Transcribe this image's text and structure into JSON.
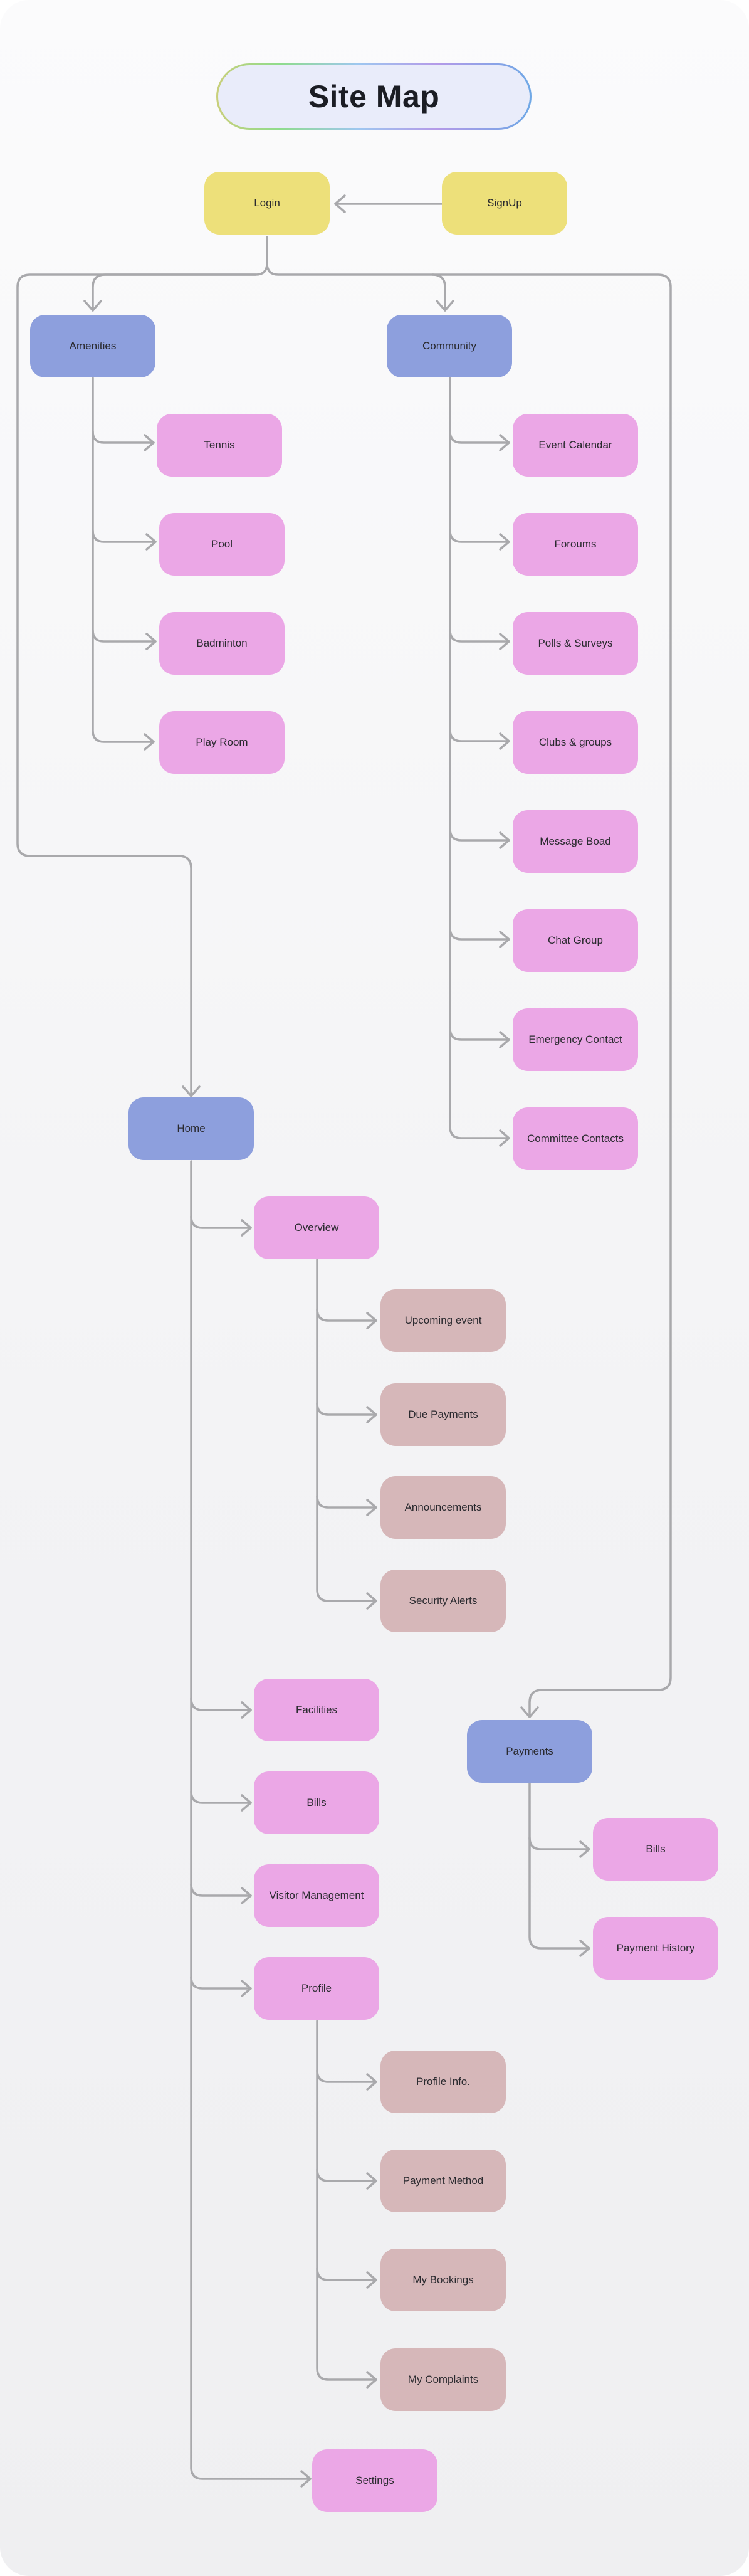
{
  "title": "Site Map",
  "colors": {
    "entry": "#ede07a",
    "section": "#8d9fdd",
    "page": "#eba7e6",
    "subpage": "#d6b7b9",
    "connector": "#a9a9ac"
  },
  "nodes": {
    "login": "Login",
    "signup": "SignUp",
    "amenities": "Amenities",
    "community": "Community",
    "tennis": "Tennis",
    "pool": "Pool",
    "badminton": "Badminton",
    "play_room": "Play Room",
    "event_calendar": "Event Calendar",
    "forums": "Foroums",
    "polls_surveys": "Polls & Surveys",
    "clubs_groups": "Clubs & groups",
    "message_board": "Message Boad",
    "chat_group": "Chat Group",
    "emergency_contact": "Emergency Contact",
    "committee_contacts": "Committee Contacts",
    "home": "Home",
    "overview": "Overview",
    "upcoming_event": "Upcoming event",
    "due_payments": "Due Payments",
    "announcements": "Announcements",
    "security_alerts": "Security Alerts",
    "facilities": "Facilities",
    "bills": "Bills",
    "visitor_management": "Visitor Management",
    "profile": "Profile",
    "profile_info": "Profile Info.",
    "payment_method": "Payment Method",
    "my_bookings": "My Bookings",
    "my_complaints": "My Complaints",
    "settings": "Settings",
    "payments": "Payments",
    "payments_bills": "Bills",
    "payment_history": "Payment History"
  }
}
